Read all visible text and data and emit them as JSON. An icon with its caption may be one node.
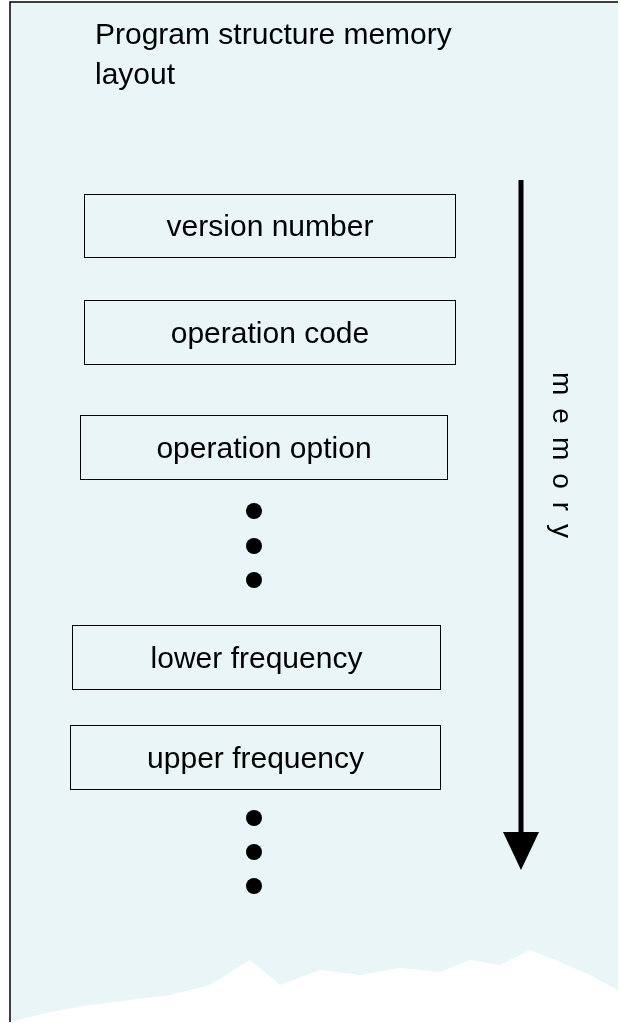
{
  "diagram": {
    "title": "Program structure memory layout",
    "nodes": [
      {
        "text": [
          "version number"
        ]
      },
      {
        "text": [
          "operation code"
        ]
      },
      {
        "text": [
          "operation option"
        ]
      },
      {
        "text": [
          "lower frequency"
        ]
      },
      {
        "text": [
          "upper frequency"
        ]
      }
    ],
    "labels": [
      "memory"
    ]
  }
}
